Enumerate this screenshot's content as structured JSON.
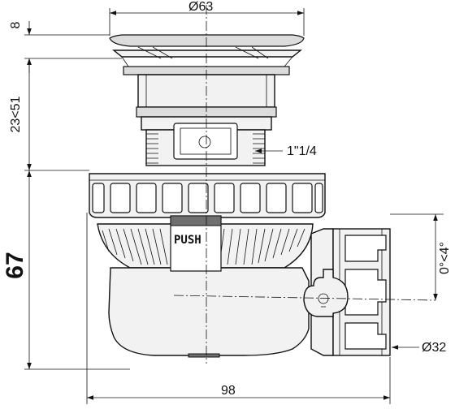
{
  "dimensions": {
    "cap_diameter": "Ø63",
    "cap_height": "8",
    "adjustable_height": "23<51",
    "thread_size": "1\"1/4",
    "total_height": "67",
    "outlet_angle": "0°<4°",
    "outlet_diameter": "Ø32",
    "total_width": "98"
  },
  "button_label": "PUSH"
}
